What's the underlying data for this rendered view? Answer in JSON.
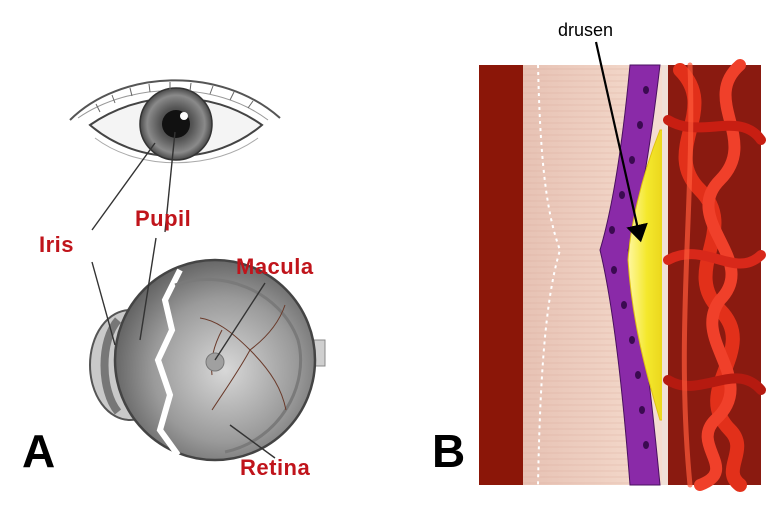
{
  "panel_a": {
    "letter": "A",
    "labels": {
      "iris": "Iris",
      "pupil": "Pupil",
      "macula": "Macula",
      "retina": "Retina"
    }
  },
  "panel_b": {
    "letter": "B",
    "labels": {
      "drusen": "drusen"
    }
  },
  "colors": {
    "label_red": "#c0141b",
    "drusen_yellow": "#f6ee30",
    "rpe_purple": "#8a2aa8",
    "vessel_red": "#d8240e"
  }
}
